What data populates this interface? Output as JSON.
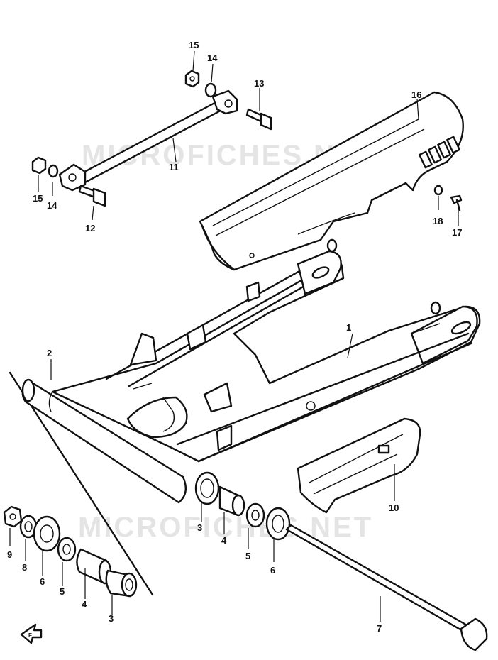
{
  "watermarks": [
    "MICROFICHES.NET",
    "MICROFICHES.NET"
  ],
  "parts": [
    {
      "id": "p1",
      "num": "1"
    },
    {
      "id": "p2",
      "num": "2"
    },
    {
      "id": "p3a",
      "num": "3"
    },
    {
      "id": "p3b",
      "num": "3"
    },
    {
      "id": "p4a",
      "num": "4"
    },
    {
      "id": "p4b",
      "num": "4"
    },
    {
      "id": "p5a",
      "num": "5"
    },
    {
      "id": "p5b",
      "num": "5"
    },
    {
      "id": "p6a",
      "num": "6"
    },
    {
      "id": "p6b",
      "num": "6"
    },
    {
      "id": "p7",
      "num": "7"
    },
    {
      "id": "p8",
      "num": "8"
    },
    {
      "id": "p9",
      "num": "9"
    },
    {
      "id": "p10",
      "num": "10"
    },
    {
      "id": "p11",
      "num": "11"
    },
    {
      "id": "p12",
      "num": "12"
    },
    {
      "id": "p13",
      "num": "13"
    },
    {
      "id": "p14a",
      "num": "14"
    },
    {
      "id": "p14b",
      "num": "14"
    },
    {
      "id": "p15a",
      "num": "15"
    },
    {
      "id": "p15b",
      "num": "15"
    },
    {
      "id": "p16",
      "num": "16"
    },
    {
      "id": "p17",
      "num": "17"
    },
    {
      "id": "p18",
      "num": "18"
    }
  ],
  "front_arrow": {
    "label": "F"
  }
}
